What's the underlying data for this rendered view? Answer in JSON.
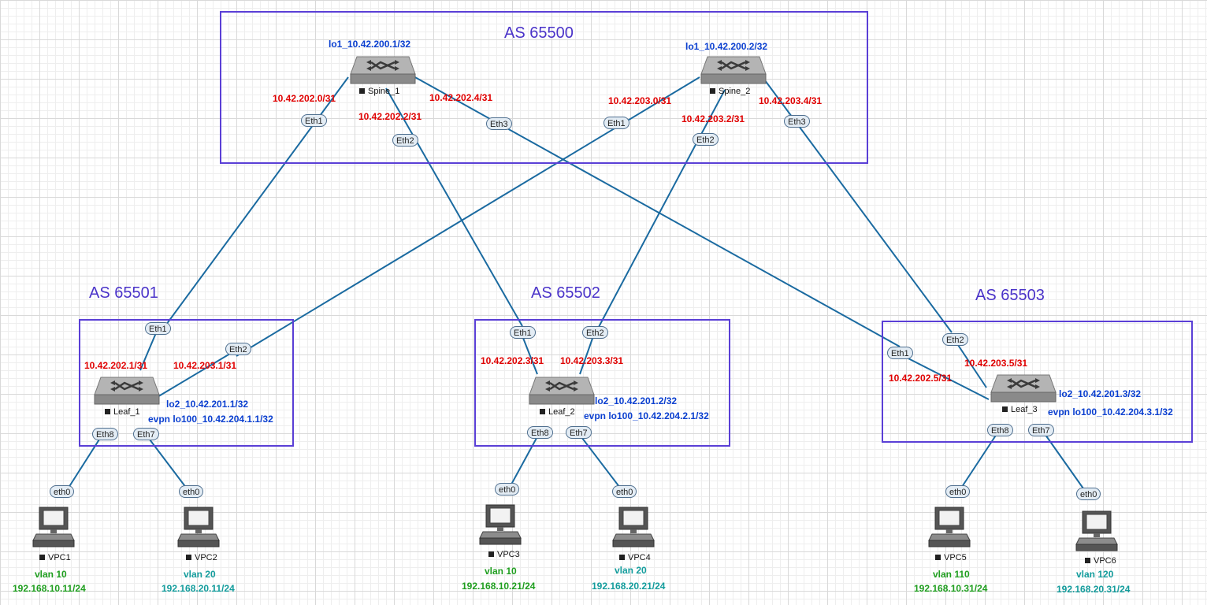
{
  "as_groups": {
    "spine": "AS 65500",
    "leaf1": "AS 65501",
    "leaf2": "AS 65502",
    "leaf3": "AS 65503"
  },
  "spine1": {
    "name": "Spine_1",
    "loopback": "lo1_10.42.200.1/32",
    "eth1": "Eth1",
    "eth2": "Eth2",
    "eth3": "Eth3",
    "ip_eth1": "10.42.202.0/31",
    "ip_eth2": "10.42.202.2/31",
    "ip_eth3": "10.42.202.4/31"
  },
  "spine2": {
    "name": "Spine_2",
    "loopback": "lo1_10.42.200.2/32",
    "eth1": "Eth1",
    "eth2": "Eth2",
    "eth3": "Eth3",
    "ip_eth1": "10.42.203.0/31",
    "ip_eth2": "10.42.203.2/31",
    "ip_eth3": "10.42.203.4/31"
  },
  "leaf1": {
    "name": "Leaf_1",
    "lo2": "lo2_10.42.201.1/32",
    "evpn": "evpn lo100_10.42.204.1.1/32",
    "eth1": "Eth1",
    "eth2": "Eth2",
    "eth7": "Eth7",
    "eth8": "Eth8",
    "ip_eth1": "10.42.202.1/31",
    "ip_eth2": "10.42.203.1/31"
  },
  "leaf2": {
    "name": "Leaf_2",
    "lo2": "lo2_10.42.201.2/32",
    "evpn": "evpn lo100_10.42.204.2.1/32",
    "eth1": "Eth1",
    "eth2": "Eth2",
    "eth7": "Eth7",
    "eth8": "Eth8",
    "ip_eth1": "10.42.202.3/31",
    "ip_eth2": "10.42.203.3/31"
  },
  "leaf3": {
    "name": "Leaf_3",
    "lo2": "lo2_10.42.201.3/32",
    "evpn": "evpn lo100_10.42.204.3.1/32",
    "eth1": "Eth1",
    "eth2": "Eth2",
    "eth7": "Eth7",
    "eth8": "Eth8",
    "ip_eth1": "10.42.202.5/31",
    "ip_eth2": "10.42.203.5/31"
  },
  "vpcs": [
    {
      "name": "VPC1",
      "port": "eth0",
      "vlan": "vlan 10",
      "ip": "192.168.10.11/24"
    },
    {
      "name": "VPC2",
      "port": "eth0",
      "vlan": "vlan 20",
      "ip": "192.168.20.11/24"
    },
    {
      "name": "VPC3",
      "port": "eth0",
      "vlan": "vlan 10",
      "ip": "192.168.10.21/24"
    },
    {
      "name": "VPC4",
      "port": "eth0",
      "vlan": "vlan 20",
      "ip": "192.168.20.21/24"
    },
    {
      "name": "VPC5",
      "port": "eth0",
      "vlan": "vlan 110",
      "ip": "192.168.10.31/24"
    },
    {
      "name": "VPC6",
      "port": "eth0",
      "vlan": "vlan 120",
      "ip": "192.168.20.31/24"
    }
  ],
  "colors": {
    "link": "#1a6aa0",
    "as_border": "#5a3fd6",
    "ip_p2p": "#e00000",
    "ip_loopback": "#0a3fd0",
    "vlan_a": "#1f9e1f",
    "vlan_b": "#139c9c"
  },
  "icons": {
    "switch": "network-switch-icon",
    "pc": "desktop-computer-icon"
  }
}
